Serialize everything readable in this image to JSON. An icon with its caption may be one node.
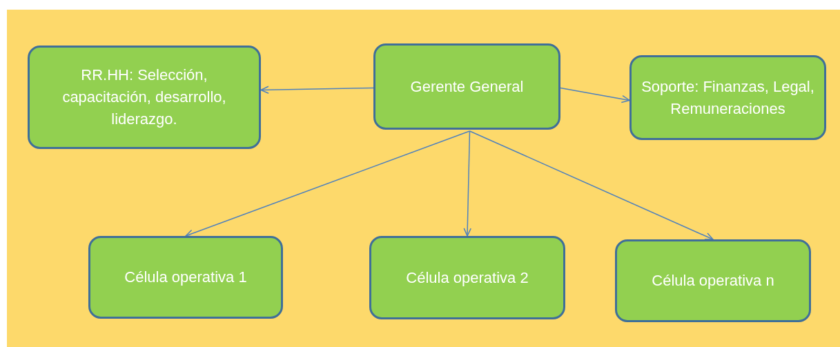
{
  "diagram": {
    "nodes": [
      {
        "text": [
          "Gerente General"
        ]
      },
      {
        "text": [
          "RR.HH: Selección, capacitación, desarrollo, liderazgo."
        ]
      },
      {
        "text": [
          "Soporte: Finanzas, Legal, Remuneraciones"
        ]
      },
      {
        "text": [
          "Célula operativa 1"
        ]
      },
      {
        "text": [
          "Célula operativa 2"
        ]
      },
      {
        "text": [
          "Célula operativa n"
        ]
      }
    ],
    "edges": [
      {
        "from": 0,
        "to": 1,
        "arrow": "to"
      },
      {
        "from": 0,
        "to": 2,
        "arrow": "to"
      },
      {
        "from": 0,
        "to": 3,
        "arrow": "to"
      },
      {
        "from": 0,
        "to": 4,
        "arrow": "to"
      },
      {
        "from": 0,
        "to": 5,
        "arrow": "to"
      }
    ]
  }
}
